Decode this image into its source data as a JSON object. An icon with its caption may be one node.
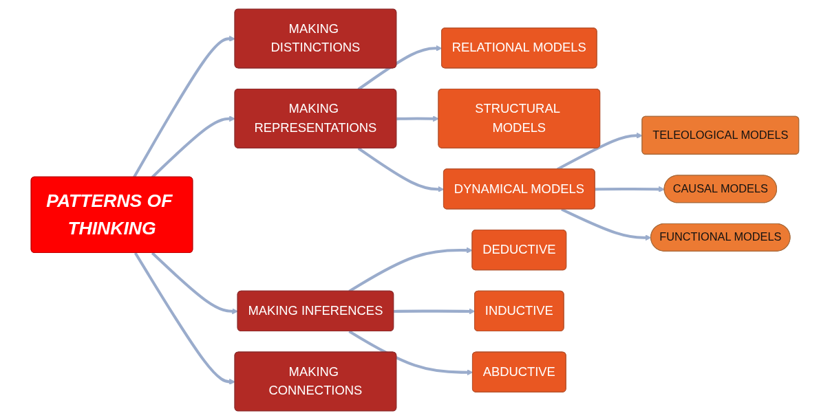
{
  "diagram": {
    "nodes": [
      {
        "text": [
          "MAKING DISTINCTIONS"
        ]
      },
      {
        "text": [
          "RELATIONAL MODELS"
        ]
      },
      {
        "text": [
          "DEDUCTIVE"
        ]
      },
      {
        "text": [
          "TELEOLOGICAL MODELS"
        ]
      },
      {
        "text": [
          "CAUSAL MODELS"
        ]
      },
      {
        "text": [
          "DYNAMICAL MODELS"
        ]
      },
      {
        "text": [
          "MAKING REPRESENTATIONS"
        ]
      },
      {
        "text": [
          "PATTERNS OF THINKING"
        ]
      },
      {
        "text": [
          "MAKING INFERENCES"
        ]
      },
      {
        "text": [
          "INDUCTIVE"
        ]
      },
      {
        "text": [
          "FUNCTIONAL MODELS"
        ]
      },
      {
        "text": [
          "STRUCTURAL MODELS"
        ]
      },
      {
        "text": [
          "ABDUCTIVE"
        ]
      },
      {
        "text": [
          "MAKING CONNECTIONS"
        ]
      }
    ],
    "edges": [
      {
        "from": 7,
        "to": 0,
        "arrow": "to"
      },
      {
        "from": 7,
        "to": 6,
        "arrow": "to"
      },
      {
        "from": 7,
        "to": 8,
        "arrow": "to"
      },
      {
        "from": 7,
        "to": 13,
        "arrow": "to"
      },
      {
        "from": 6,
        "to": 1,
        "arrow": "to"
      },
      {
        "from": 6,
        "to": 11,
        "arrow": "to"
      },
      {
        "from": 6,
        "to": 5,
        "arrow": "to"
      },
      {
        "from": 5,
        "to": 3,
        "arrow": "to"
      },
      {
        "from": 5,
        "to": 4,
        "arrow": "to"
      },
      {
        "from": 5,
        "to": 10,
        "arrow": "to"
      },
      {
        "from": 8,
        "to": 2,
        "arrow": "to"
      },
      {
        "from": 8,
        "to": 9,
        "arrow": "to"
      },
      {
        "from": 8,
        "to": 12,
        "arrow": "to"
      }
    ]
  }
}
